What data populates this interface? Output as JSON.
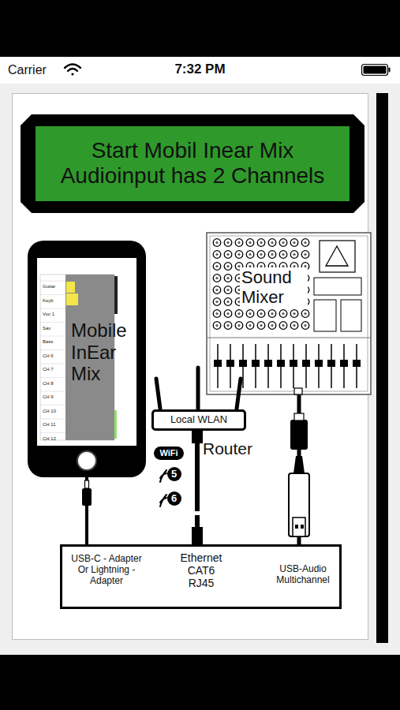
{
  "diagram": {
    "nodes": [
      {
        "text": [
          "Start Mobil Inear Mix Audioinput has 2 Channels"
        ]
      },
      {
        "text": [
          "Mobile InEar Mix"
        ]
      },
      {
        "text": [
          "Sound Mixer"
        ]
      },
      {
        "text": [
          "Local WLAN"
        ]
      },
      {
        "text": [
          "USB-C - Adapter Or Lightning -Adapter",
          "Ethernet CAT6 RJ45",
          "USB-Audio Multichannel"
        ]
      }
    ],
    "edges": [
      {
        "from": 1,
        "to": 4,
        "arrow": "none"
      },
      {
        "from": 3,
        "to": 4,
        "arrow": "none"
      },
      {
        "from": 2,
        "to": 4,
        "arrow": "none"
      }
    ],
    "labels": [
      "Carrier",
      "7:32 PM",
      "Guitar",
      "Keyb",
      "Voc 1",
      "Sax",
      "Bass",
      "CH 6",
      "CH 7",
      "CH 8",
      "CH 9",
      "CH 10",
      "CH 11",
      "CH 12",
      "WiFi",
      "5",
      "6",
      "Router"
    ]
  }
}
